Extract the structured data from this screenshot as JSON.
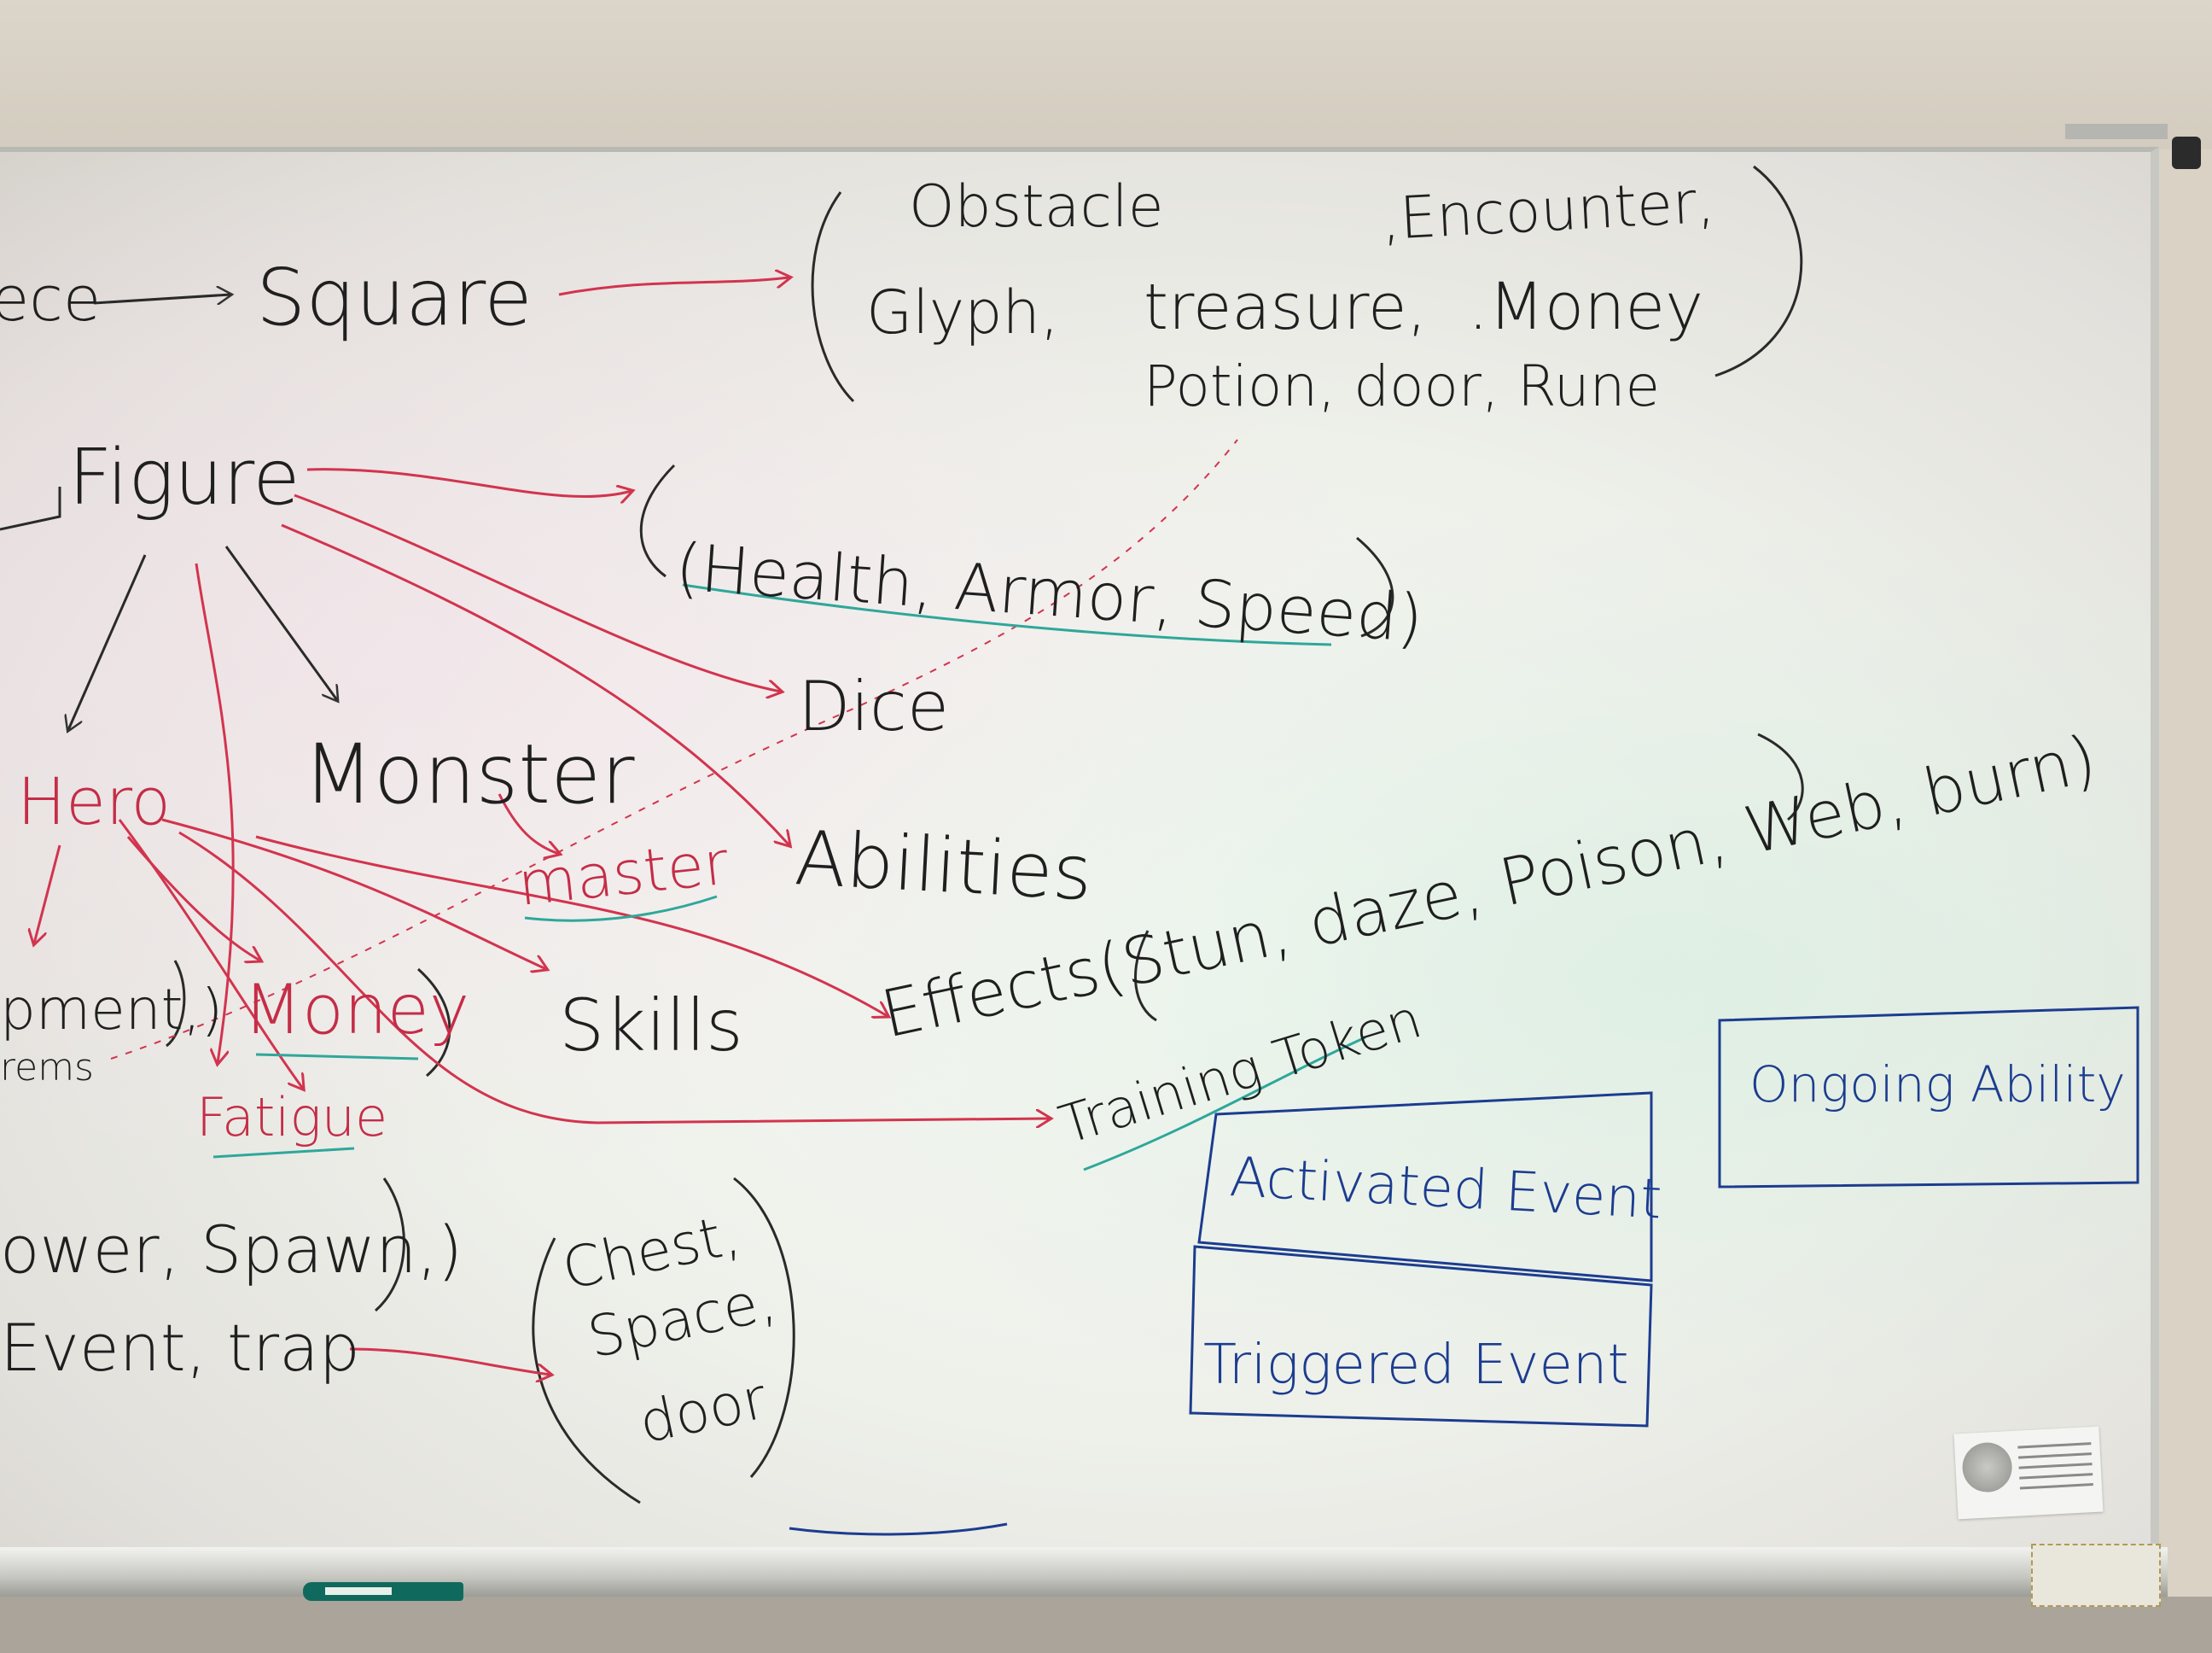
{
  "colors": {
    "black_marker": "#1f1f1f",
    "red_marker": "#d2344e",
    "teal_marker": "#2fa79a",
    "blue_marker": "#1c3c8f",
    "board": "#f2f4ef"
  },
  "words": {
    "ece": "ece",
    "square": "Square",
    "obstacle": "Obstacle",
    "encounter": ",Encounter,",
    "glyph": "Glyph,",
    "treasure": "treasure,",
    "money_top": ".Money",
    "potion": "Potion, door, Rune",
    "figure": "Figure",
    "stats": "(Health, Armor, Speed)",
    "dice": "Dice",
    "hero": "Hero",
    "monster": "Monster",
    "master": "master",
    "abilities": "Abilities",
    "equipment": "pment,)",
    "items": "rems",
    "money": "Money",
    "skills": "Skills",
    "effects": "Effects(Stun, daze, Poison, Web, burn)",
    "training": "Training Token",
    "fatigue": "Fatigue",
    "power_spawn": "ower, Spawn,)",
    "event_trap": "Event, trap",
    "chest": "Chest,",
    "space": "Space,",
    "door": "door",
    "activated": "Activated Event",
    "triggered": "Triggered Event",
    "ongoing": "Ongoing Ability"
  },
  "objects": {
    "marker": "dry-erase-marker",
    "sticker": "whiteboard-label-sticker"
  }
}
